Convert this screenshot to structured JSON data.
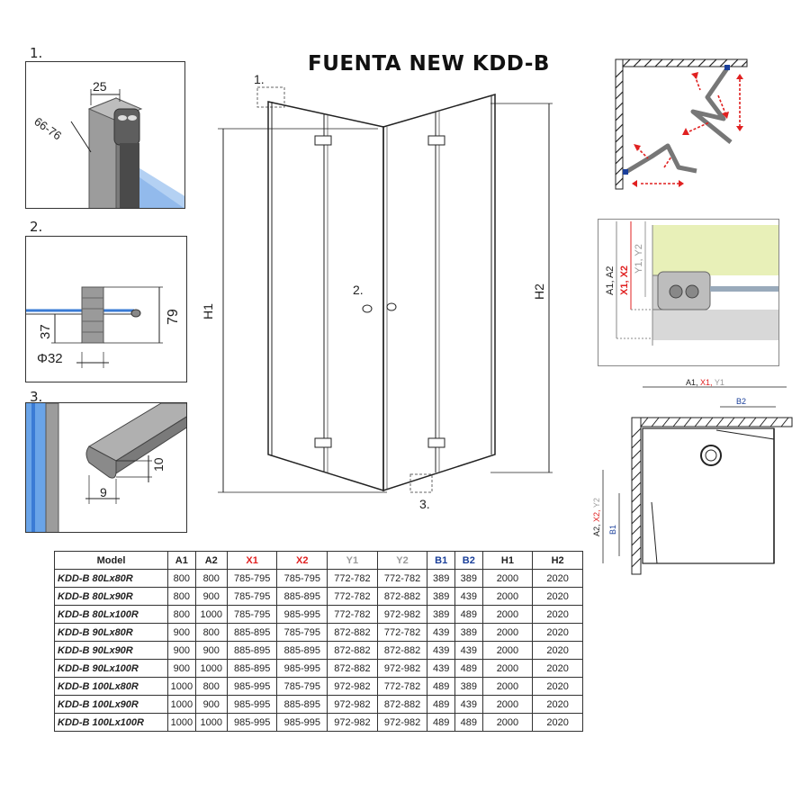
{
  "title": "FUENTA NEW KDD-B",
  "colors": {
    "x_red": "#e02020",
    "y_gray": "#9a9a9a",
    "b_blue": "#1a3f9a",
    "glass_blue": "#3a7bd5",
    "wall_green": "#e8f0b8",
    "red_arrow": "#e02020"
  },
  "detail1": {
    "label": "1.",
    "dim_top": "25",
    "dim_side": "66-76"
  },
  "detail2": {
    "label": "2.",
    "dim_height": "79",
    "dim_offset": "37",
    "dim_diameter": "Φ32"
  },
  "detail3": {
    "label": "3.",
    "dim_height": "10",
    "dim_width": "9"
  },
  "main": {
    "h1": "H1",
    "h2": "H2",
    "callout1": "1.",
    "callout2": "2.",
    "callout3": "3."
  },
  "side_detail": {
    "a_label": "A1, A2",
    "x_label": "X1, X2",
    "y_label": "Y1, Y2"
  },
  "plan": {
    "top_a": "A1, ",
    "top_x": "X1, ",
    "top_y": "Y1",
    "b2": "B2",
    "left_a": "A2, ",
    "left_x": "X2, ",
    "left_y": "Y2",
    "b1": "B1"
  },
  "table": {
    "headers": [
      "Model",
      "A1",
      "A2",
      "X1",
      "X2",
      "Y1",
      "Y2",
      "B1",
      "B2",
      "H1",
      "H2"
    ],
    "header_colors": [
      "#222",
      "#222",
      "#222",
      "#e02020",
      "#e02020",
      "#9a9a9a",
      "#9a9a9a",
      "#1a3f9a",
      "#1a3f9a",
      "#222",
      "#222"
    ],
    "rows": [
      [
        "KDD-B 80Lx80R",
        "800",
        "800",
        "785-795",
        "785-795",
        "772-782",
        "772-782",
        "389",
        "389",
        "2000",
        "2020"
      ],
      [
        "KDD-B 80Lx90R",
        "800",
        "900",
        "785-795",
        "885-895",
        "772-782",
        "872-882",
        "389",
        "439",
        "2000",
        "2020"
      ],
      [
        "KDD-B 80Lx100R",
        "800",
        "1000",
        "785-795",
        "985-995",
        "772-782",
        "972-982",
        "389",
        "489",
        "2000",
        "2020"
      ],
      [
        "KDD-B 90Lx80R",
        "900",
        "800",
        "885-895",
        "785-795",
        "872-882",
        "772-782",
        "439",
        "389",
        "2000",
        "2020"
      ],
      [
        "KDD-B 90Lx90R",
        "900",
        "900",
        "885-895",
        "885-895",
        "872-882",
        "872-882",
        "439",
        "439",
        "2000",
        "2020"
      ],
      [
        "KDD-B 90Lx100R",
        "900",
        "1000",
        "885-895",
        "985-995",
        "872-882",
        "972-982",
        "439",
        "489",
        "2000",
        "2020"
      ],
      [
        "KDD-B 100Lx80R",
        "1000",
        "800",
        "985-995",
        "785-795",
        "972-982",
        "772-782",
        "489",
        "389",
        "2000",
        "2020"
      ],
      [
        "KDD-B 100Lx90R",
        "1000",
        "900",
        "985-995",
        "885-895",
        "972-982",
        "872-882",
        "489",
        "439",
        "2000",
        "2020"
      ],
      [
        "KDD-B 100Lx100R",
        "1000",
        "1000",
        "985-995",
        "985-995",
        "972-982",
        "972-982",
        "489",
        "489",
        "2000",
        "2020"
      ]
    ]
  }
}
